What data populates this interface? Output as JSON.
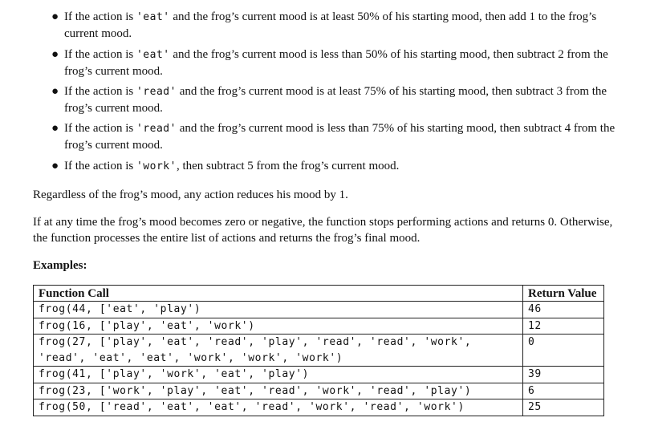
{
  "rules": [
    {
      "before": "If the action is ",
      "code": "'eat'",
      "after": " and the frog’s current mood is at least 50% of his starting mood, then add 1 to the frog’s current mood."
    },
    {
      "before": "If the action is ",
      "code": "'eat'",
      "after": " and the frog’s current mood is less than 50% of his starting mood, then subtract 2 from the frog’s current mood."
    },
    {
      "before": "If the action is ",
      "code": "'read'",
      "after": " and the frog’s current mood is at least 75% of his starting mood, then subtract 3 from the frog’s current mood."
    },
    {
      "before": "If the action is ",
      "code": "'read'",
      "after": " and the frog’s current mood is less than 75% of his starting mood, then subtract 4 from the frog’s current mood."
    },
    {
      "before": "If the action is ",
      "code": "'work'",
      "after": ", then subtract 5 from the frog’s current mood."
    }
  ],
  "paragraph_regardless": "Regardless of the frog’s mood, any action reduces his mood by 1.",
  "paragraph_zero": "If at any time the frog’s mood becomes zero or negative, the function stops performing actions and returns 0. Otherwise, the function processes the entire list of actions and returns the frog’s final mood.",
  "examples_heading": "Examples:",
  "table": {
    "headers": {
      "call": "Function Call",
      "ret": "Return Value"
    },
    "rows": [
      {
        "call": "frog(44, ['eat', 'play')",
        "ret": "46"
      },
      {
        "call": "frog(16, ['play', 'eat', 'work')",
        "ret": "12"
      },
      {
        "call": "frog(27, ['play', 'eat', 'read', 'play', 'read', 'read', 'work', 'read', 'eat', 'eat', 'work', 'work', 'work')",
        "ret": "0"
      },
      {
        "call": "frog(41, ['play', 'work', 'eat', 'play')",
        "ret": "39"
      },
      {
        "call": "frog(23, ['work', 'play', 'eat', 'read', 'work', 'read', 'play')",
        "ret": "6"
      },
      {
        "call": "frog(50, ['read', 'eat', 'eat', 'read', 'work', 'read', 'work')",
        "ret": "25"
      }
    ]
  }
}
